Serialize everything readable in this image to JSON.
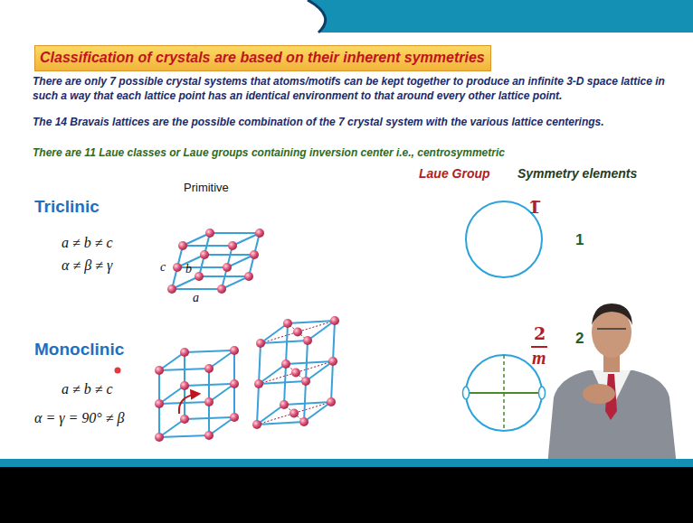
{
  "diagram": {
    "title": "Classification of crystals are based on their inherent symmetries",
    "labels": [
      "There are only 7 possible crystal systems that atoms/motifs can be kept together to produce an infinite 3-D space lattice in such a way that each lattice point has an identical environment to that around every other lattice point.",
      "The 14 Bravais lattices are the possible combination of the 7 crystal system with the various lattice centerings.",
      "There are 11 Laue classes or Laue groups containing inversion center i.e., centrosymmetric",
      "Laue Group",
      "Symmetry elements",
      "Primitive",
      "Triclinic",
      "a ≠ b ≠ c",
      "α ≠ β ≠ γ",
      "c",
      "b",
      "a",
      "1̅",
      "1",
      "Monoclinic",
      "a ≠ b ≠ c",
      "α = γ = 90° ≠ β",
      "2",
      "m",
      "2"
    ]
  }
}
